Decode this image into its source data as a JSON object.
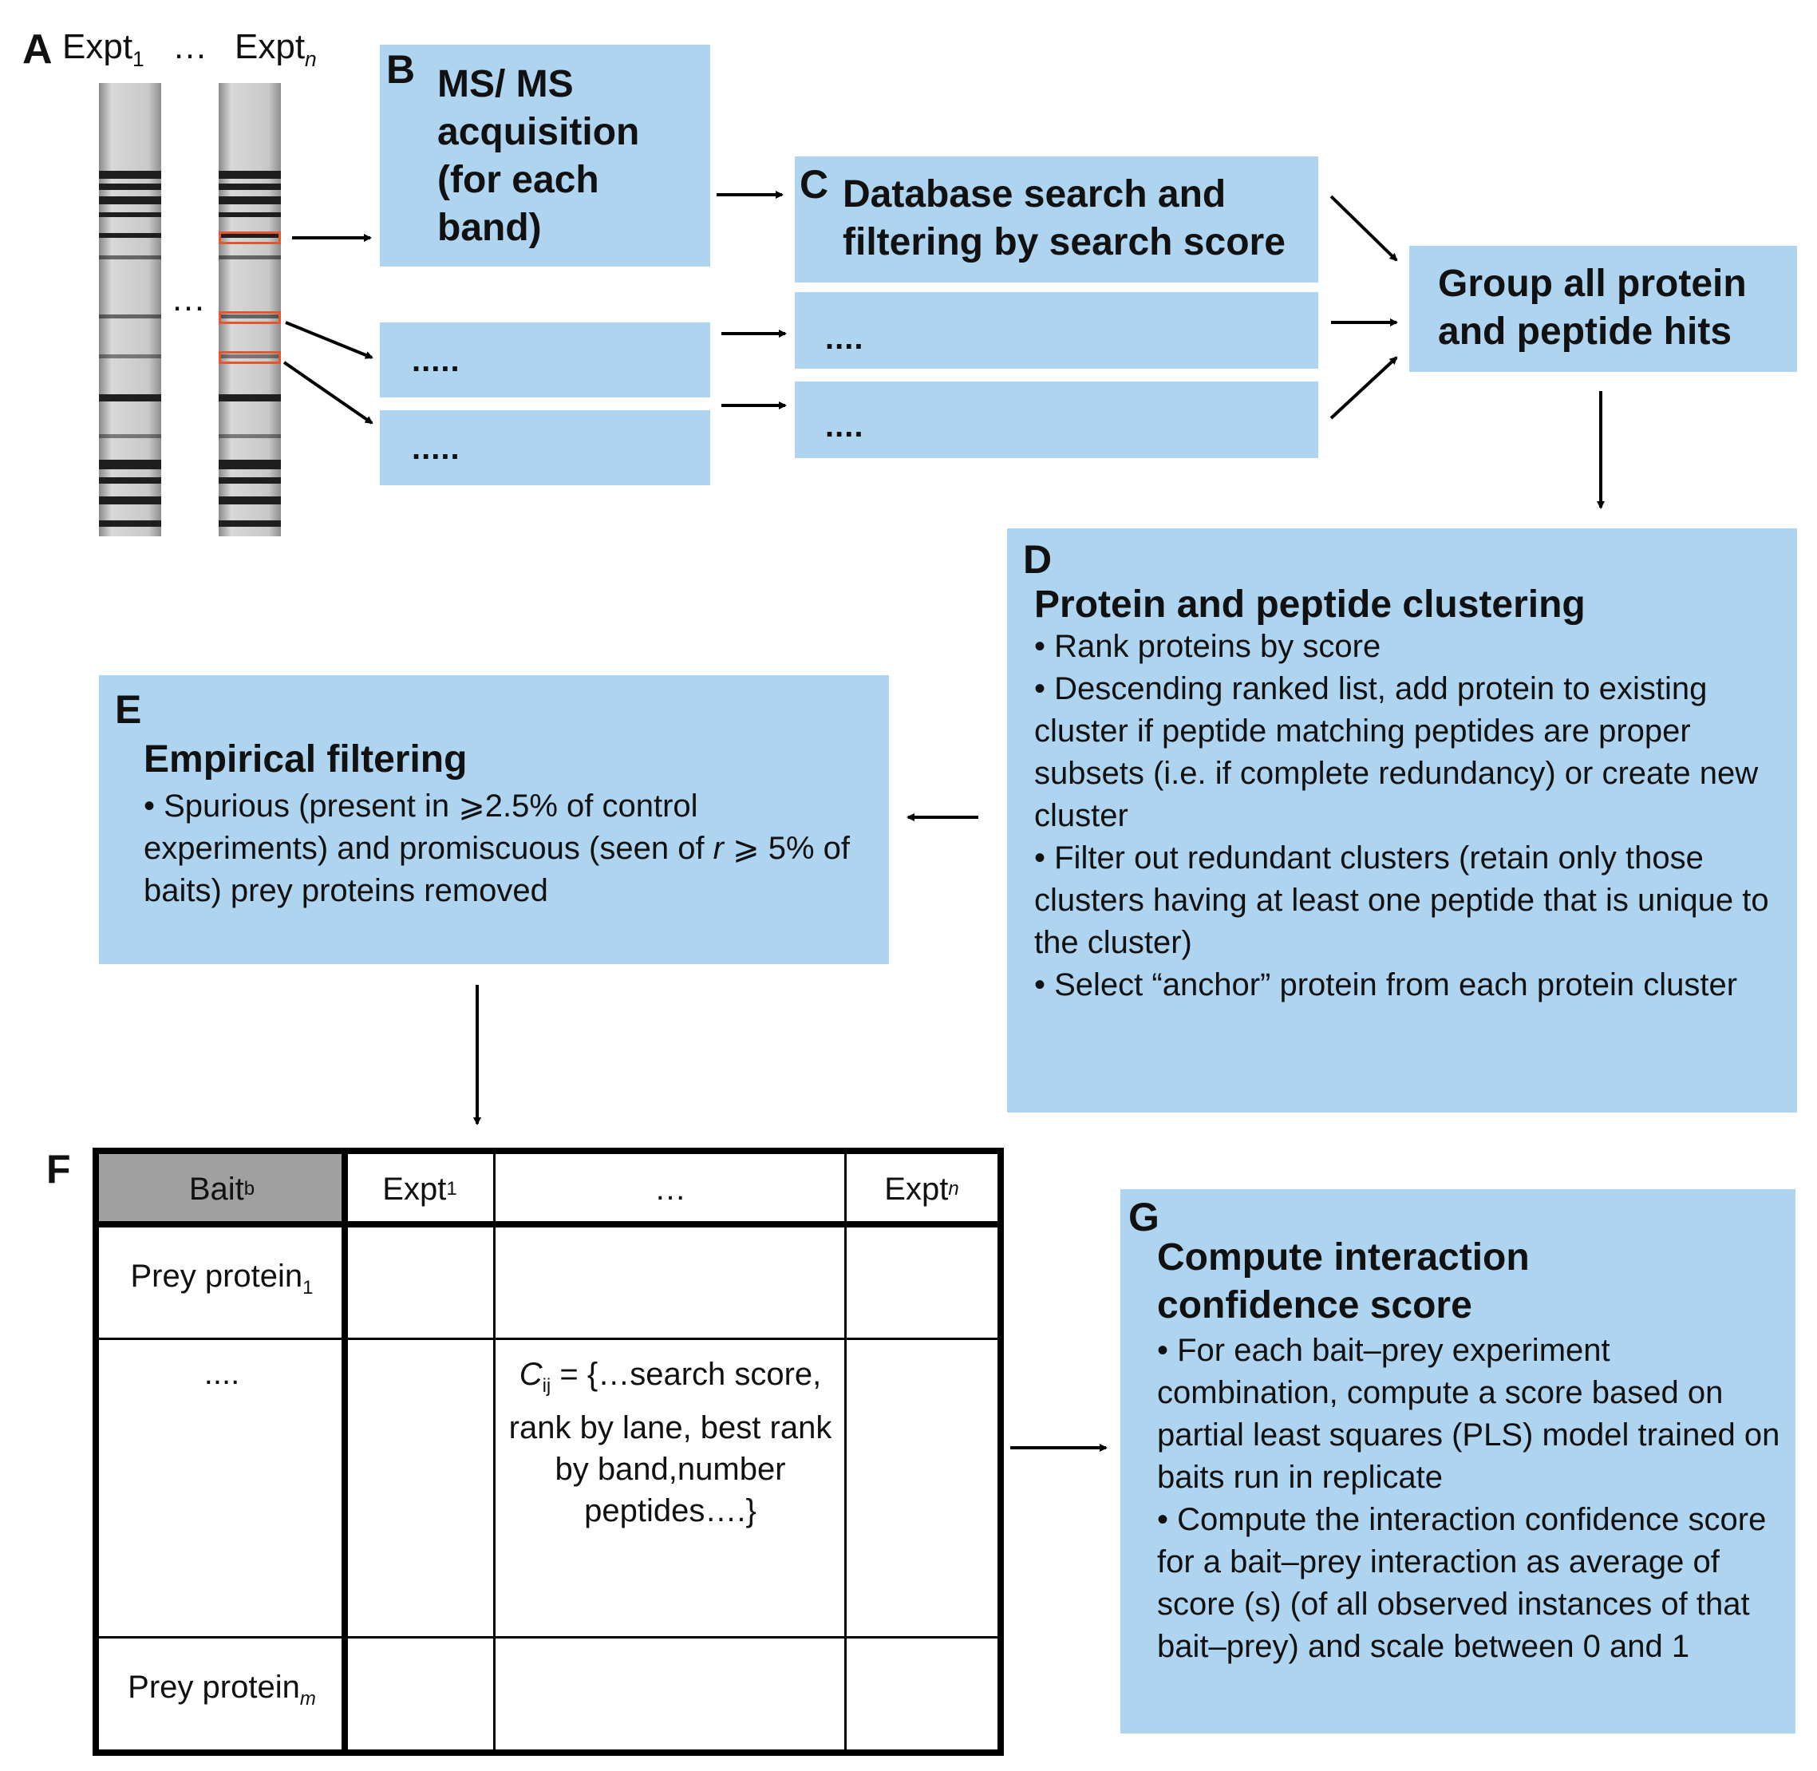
{
  "panel_a": {
    "letter": "A",
    "lane1_label": "Expt",
    "lane1_sub": "1",
    "ellipsis_top": "…",
    "lane2_label": "Expt",
    "lane2_sub": "n",
    "ellipsis_mid": "…"
  },
  "panel_b": {
    "letter": "B",
    "title": "MS/ MS acquisition (for each band)",
    "dots_1": ".....",
    "dots_2": "....."
  },
  "panel_c": {
    "letter": "C",
    "title": "Database search and filtering by search score",
    "dots_1": "....",
    "dots_2": "...."
  },
  "group_box": {
    "title": "Group all protein and peptide hits"
  },
  "panel_d": {
    "letter": "D",
    "title": "Protein and peptide clustering",
    "bullets": [
      "• Rank proteins by score",
      "• Descending ranked list, add protein to existing cluster if peptide matching peptides are proper subsets (i.e. if complete redundancy) or create new cluster",
      "• Filter out redundant clusters (retain only those clusters having at least one peptide that is unique to the cluster)",
      "• Select “anchor” protein from each protein cluster"
    ]
  },
  "panel_e": {
    "letter": "E",
    "title": "Empirical filtering",
    "bullet_a": "• Spurious (present in ⩾2.5% of control experiments) and promiscuous (seen of ",
    "bullet_r": "r",
    "bullet_b": " ⩾ 5% of baits) prey proteins removed"
  },
  "panel_f": {
    "letter": "F",
    "header": {
      "bait": "Bait",
      "bait_sub": "b",
      "expt1": "Expt",
      "expt1_sub": "1",
      "ellipsis": "…",
      "exptn": "Expt",
      "exptn_sub": "n"
    },
    "row1": {
      "label": "Prey protein",
      "label_sub": "1"
    },
    "row2": {
      "label": "....",
      "formula_c": "C",
      "formula_sub": "ij",
      "formula_text": " = {…search score, rank by lane, best rank by band,number peptides….}"
    },
    "row3": {
      "label": "Prey protein",
      "label_sub": "m"
    }
  },
  "panel_g": {
    "letter": "G",
    "title": "Compute interaction confidence score",
    "bullets": [
      "• For each bait–prey experiment combination, compute a score based on partial least squares (PLS) model trained on baits run in replicate",
      "• Compute the interaction confidence score for a bait–prey interaction as average of score (s) (of all observed instances of that bait–prey) and scale between 0 and 1"
    ]
  },
  "colors": {
    "box_fill": "#aed4f0",
    "header_fill": "#a0a0a0",
    "highlight": "#e4572e",
    "text": "#111111"
  }
}
